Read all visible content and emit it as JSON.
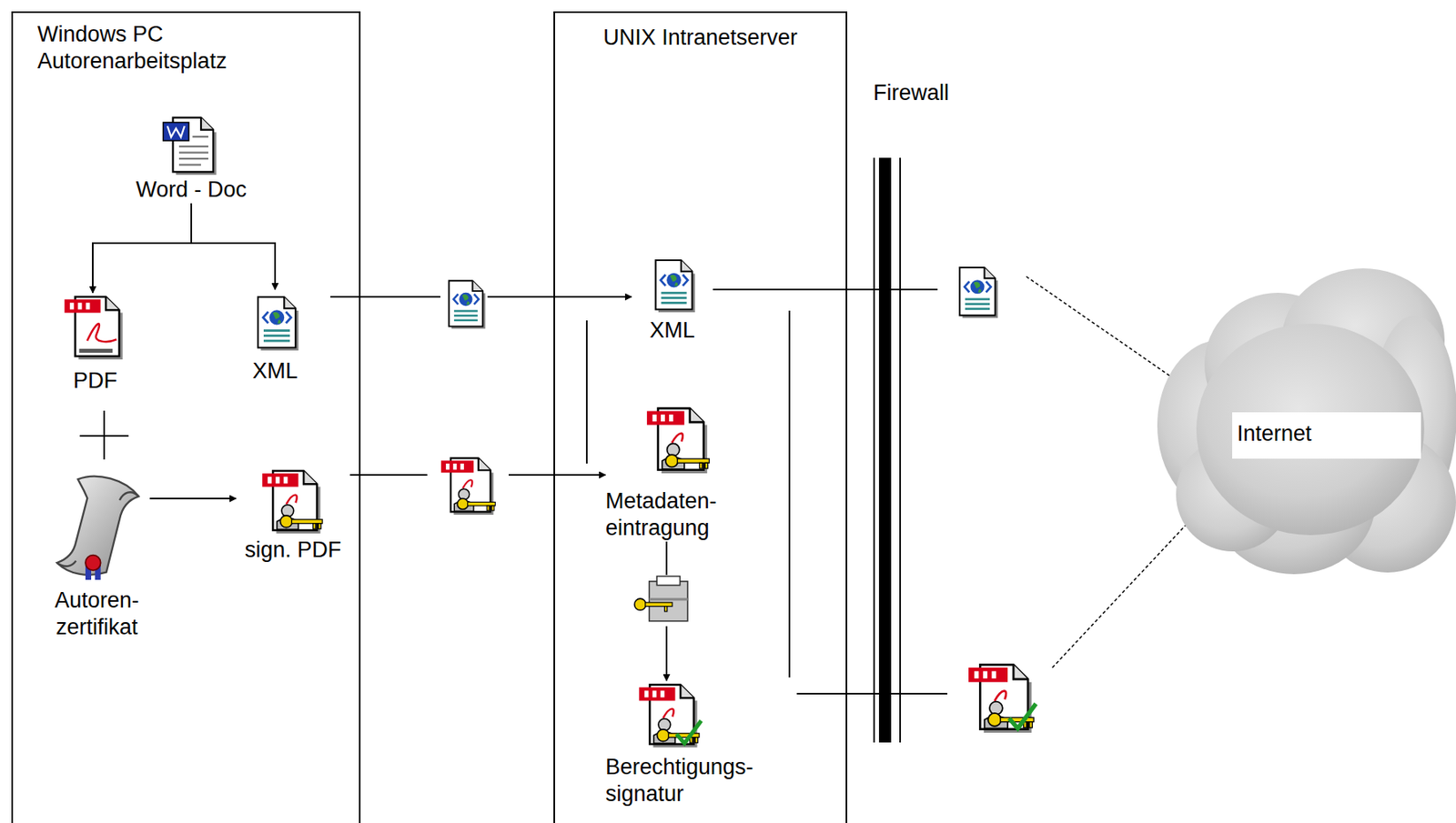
{
  "diagram": {
    "nodes": [
      {
        "text": [
          "Windows PC Autorenarbeitsplatz"
        ]
      },
      {
        "text": [
          "Word - Doc"
        ],
        "in": 0
      },
      {
        "text": [
          "PDF"
        ],
        "in": 0
      },
      {
        "text": [
          "XML"
        ],
        "in": 0
      },
      {
        "text": [
          "Autoren- zertifikat"
        ],
        "in": 0
      },
      {
        "text": [
          "sign. PDF"
        ],
        "in": 0
      },
      {
        "text": [
          "UNIX Intranetserver"
        ]
      },
      {
        "text": [
          "XML"
        ],
        "in": 6
      },
      {
        "text": [
          "Metadaten- eintragung"
        ],
        "in": 6
      },
      {
        "text": [
          "Berechtigungs- signatur"
        ],
        "in": 6
      },
      {
        "text": [
          "Internet"
        ]
      }
    ],
    "edges": [
      {
        "from": 1,
        "to": 2,
        "arrow": "to"
      },
      {
        "from": 1,
        "to": 3,
        "arrow": "to"
      },
      {
        "from": 4,
        "to": 5,
        "arrow": "to"
      },
      {
        "from": 3,
        "to": 7,
        "arrow": "to"
      },
      {
        "from": 5,
        "to": 8,
        "arrow": "to"
      },
      {
        "from": 8,
        "to": 9,
        "arrow": "to"
      },
      {
        "from": 7,
        "to": 10,
        "arrow": "to"
      },
      {
        "from": 9,
        "to": 10,
        "arrow": "to"
      }
    ],
    "labels": [
      "Firewall"
    ]
  }
}
